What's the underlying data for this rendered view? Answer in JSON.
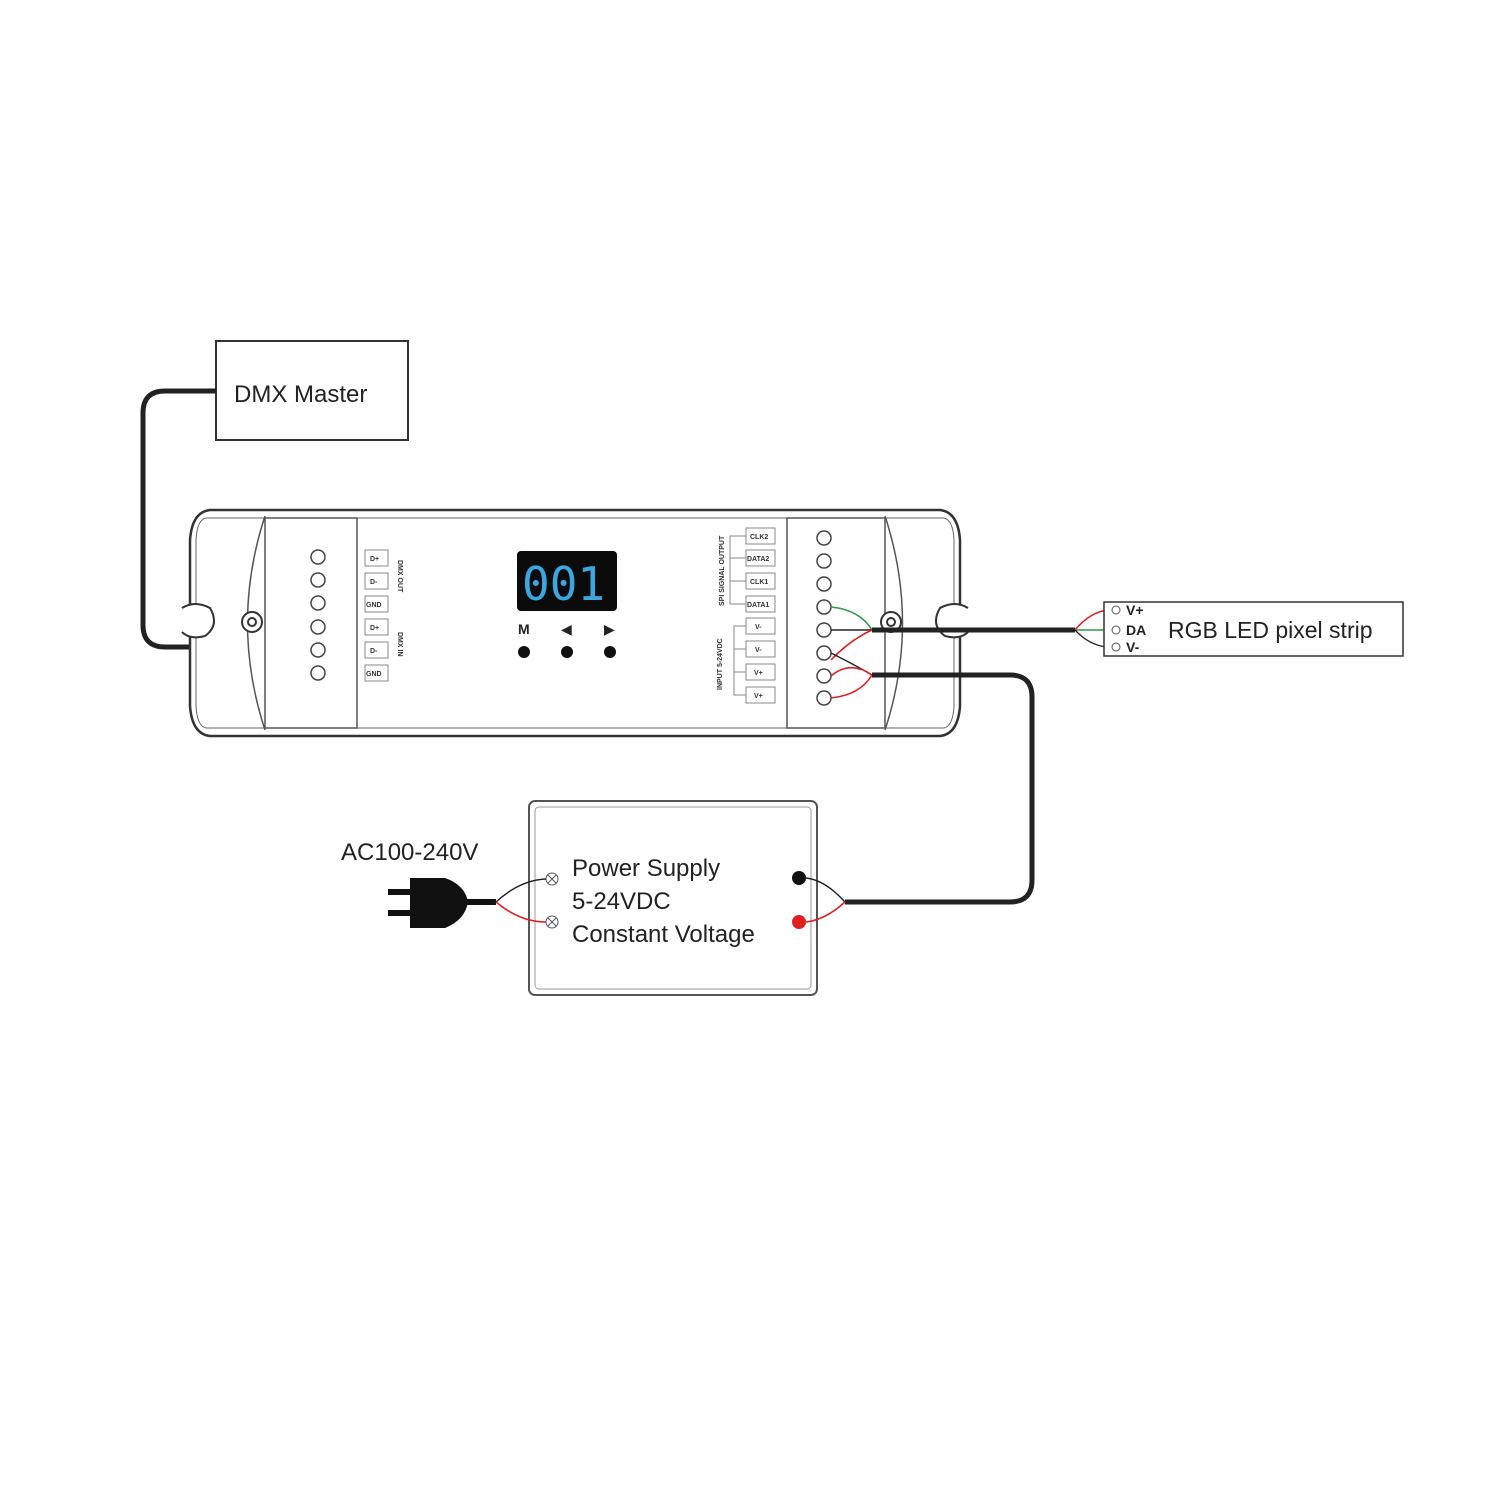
{
  "dmx_master": {
    "label": "DMX Master"
  },
  "controller": {
    "display_value": "001",
    "buttons": [
      {
        "label": "M"
      },
      {
        "label": "◀"
      },
      {
        "label": "▶"
      }
    ],
    "dmx_out": {
      "group_label": "DMX OUT",
      "terminals": [
        "D+",
        "D-",
        "GND"
      ]
    },
    "dmx_in": {
      "group_label": "DMX IN",
      "terminals": [
        "D+",
        "D-",
        "GND"
      ]
    },
    "spi_output": {
      "group_label": "SPI SIGNAL OUTPUT",
      "terminals": [
        "CLK2",
        "DATA2",
        "CLK1",
        "DATA1"
      ]
    },
    "input": {
      "group_label": "INPUT 5-24VDC",
      "terminals": [
        "V-",
        "V-",
        "V+",
        "V+"
      ]
    }
  },
  "led_strip": {
    "label": "RGB LED pixel strip",
    "pins": [
      "V+",
      "DA",
      "V-"
    ]
  },
  "power_supply": {
    "line1": "Power Supply",
    "line2": "5-24VDC",
    "line3": "Constant Voltage"
  },
  "mains": {
    "label": "AC100-240V"
  },
  "colors": {
    "display_bg": "#0b0b0b",
    "display_digits": "#3aa7e0",
    "wire_red": "#e02020",
    "wire_green": "#2a9a4a",
    "wire_blue": "#3aa7e0",
    "wire_black": "#222222"
  }
}
